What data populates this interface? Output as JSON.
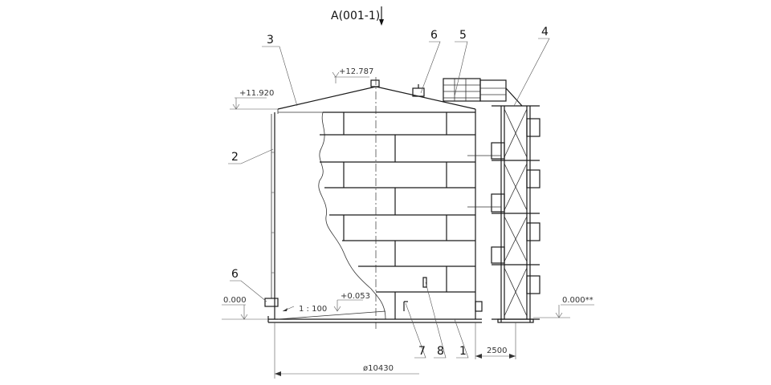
{
  "section_title": "A(001-1)",
  "callouts": {
    "c1": "1",
    "c2": "2",
    "c3": "3",
    "c4": "4",
    "c5": "5",
    "c6_top": "6",
    "c6_left": "6",
    "c7": "7",
    "c8": "8"
  },
  "elevations": {
    "top": "+12.787",
    "shell_top": "+11.920",
    "ground_left": "0.000",
    "ground_right": "0.000**",
    "floor": "+0.053"
  },
  "slope": "1 : 100",
  "dimensions": {
    "diameter": "ø10430",
    "stair_offset": "2500"
  }
}
